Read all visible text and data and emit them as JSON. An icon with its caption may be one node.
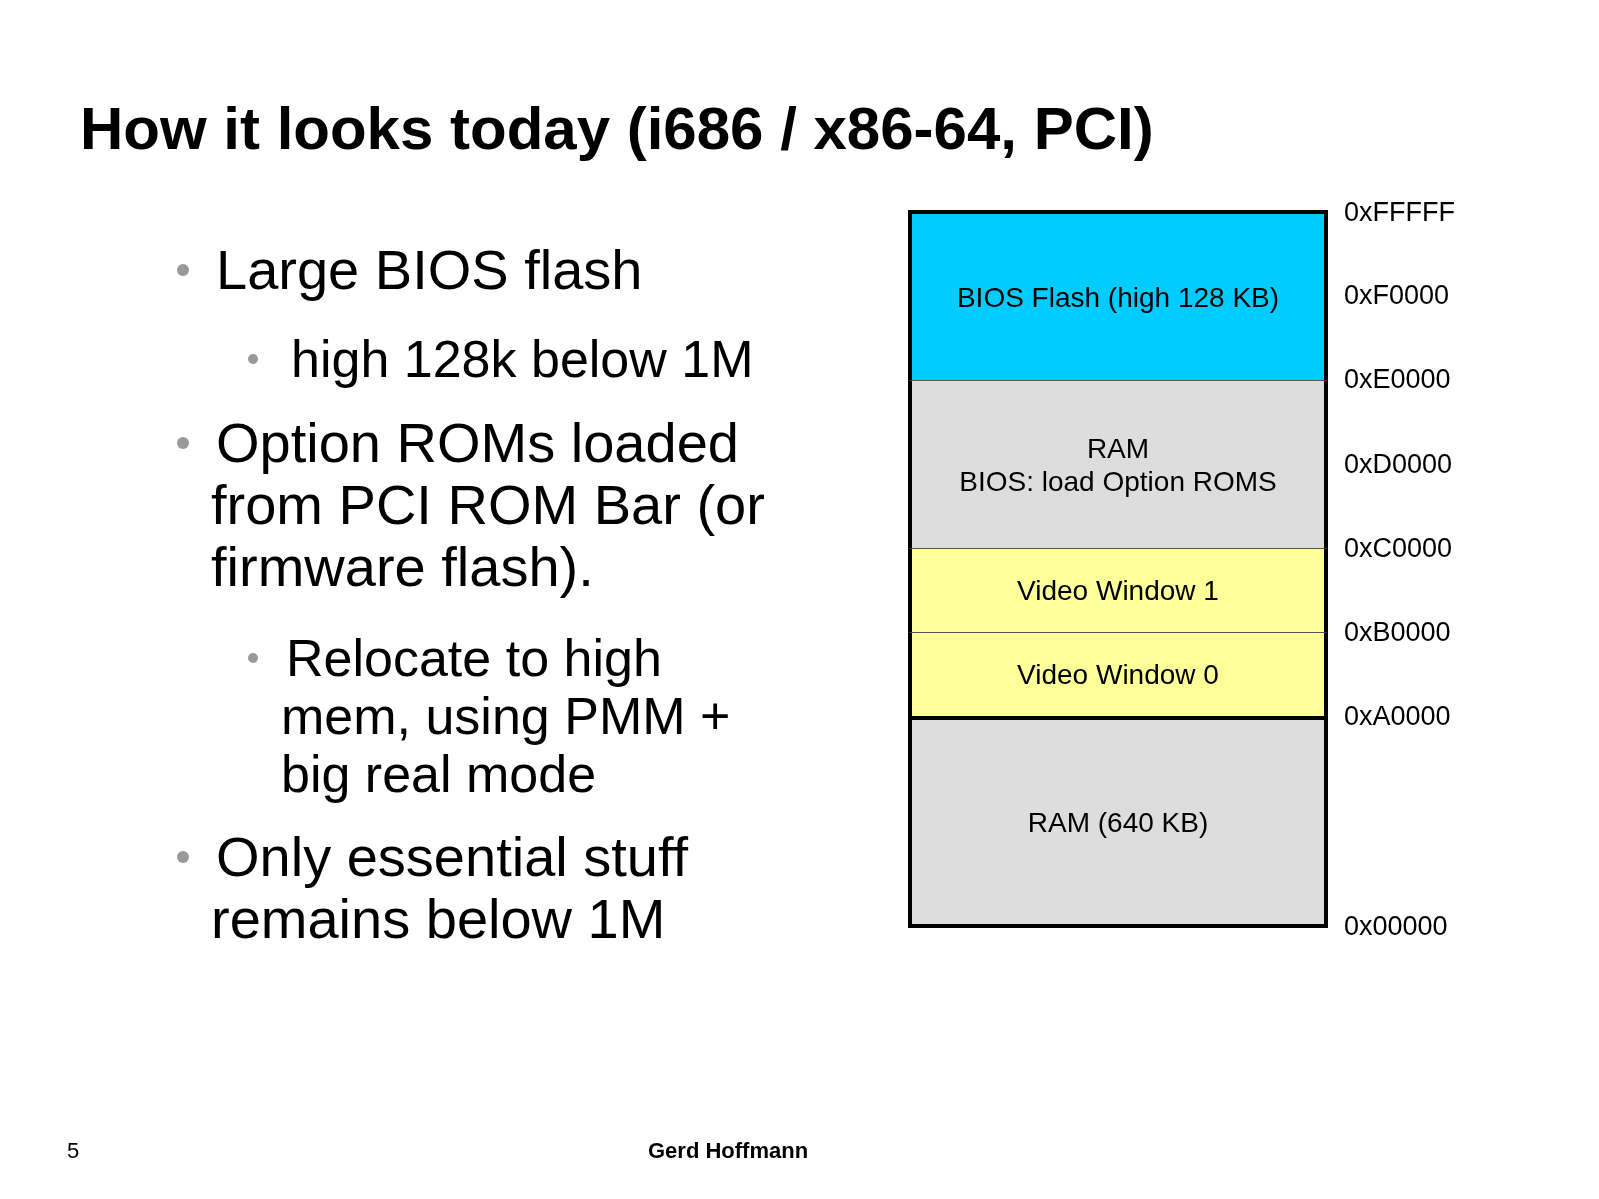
{
  "diagram": {
    "title": "How it looks today (i686 / x86-64, PCI)",
    "nodes": [
      {
        "text": [
          "BIOS Flash (high 128 KB)"
        ]
      },
      {
        "text": [
          "RAM",
          "BIOS: load Option ROMS"
        ]
      },
      {
        "text": [
          "Video Window 1"
        ]
      },
      {
        "text": [
          "Video Window 0"
        ]
      },
      {
        "text": [
          "RAM (640 KB)"
        ]
      }
    ],
    "labels": [
      "Large BIOS flash",
      "high 128k below 1M",
      "Option ROMs loaded from PCI ROM Bar (or firmware flash).",
      "Relocate to high mem, using PMM + big real mode",
      "Only essential stuff remains below 1M",
      "0xFFFFF",
      "0xF0000",
      "0xE0000",
      "0xD0000",
      "0xC0000",
      "0xB0000",
      "0xA0000",
      "0x00000",
      "5",
      "Gerd Hoffmann"
    ]
  }
}
